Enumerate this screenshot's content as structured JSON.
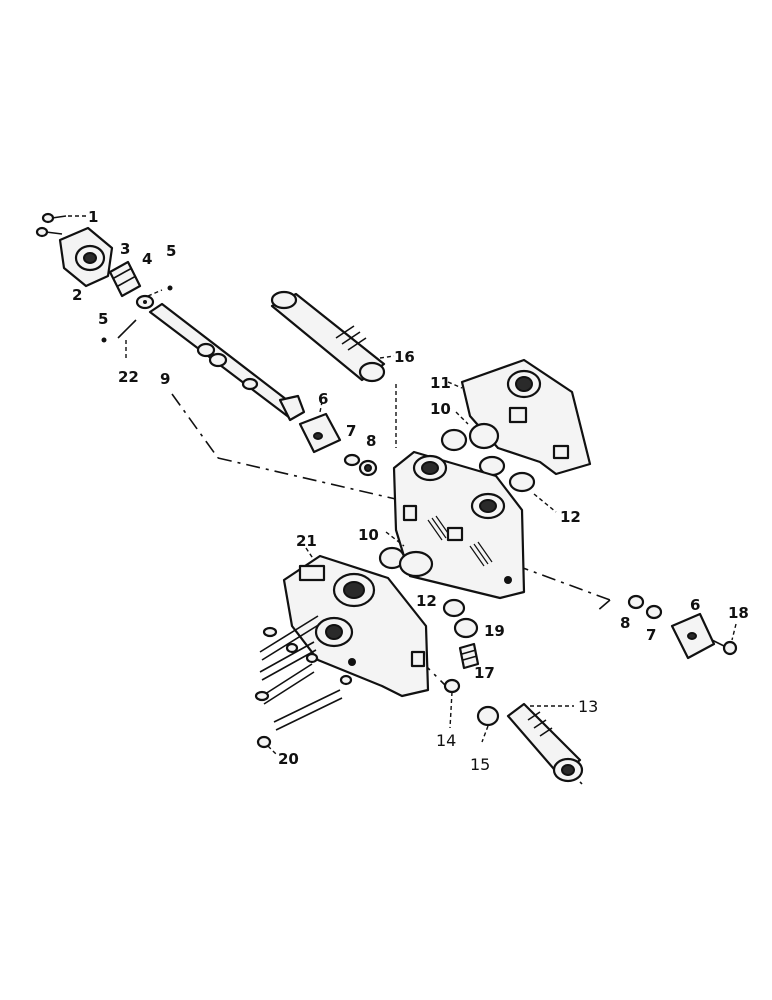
{
  "diagram": {
    "callouts": {
      "c1": "1",
      "c2": "2",
      "c3": "3",
      "c4": "4",
      "c5a": "5",
      "c5b": "5",
      "c6a": "6",
      "c6b": "6",
      "c7a": "7",
      "c7b": "7",
      "c8a": "8",
      "c8b": "8",
      "c9": "9",
      "c10a": "10",
      "c10b": "10",
      "c11": "11",
      "c12a": "12",
      "c12b": "12",
      "c13": "13",
      "c14": "14",
      "c15": "15",
      "c16": "16",
      "c17": "17",
      "c18": "18",
      "c19": "19",
      "c20": "20",
      "c21": "21",
      "c22": "22"
    }
  }
}
